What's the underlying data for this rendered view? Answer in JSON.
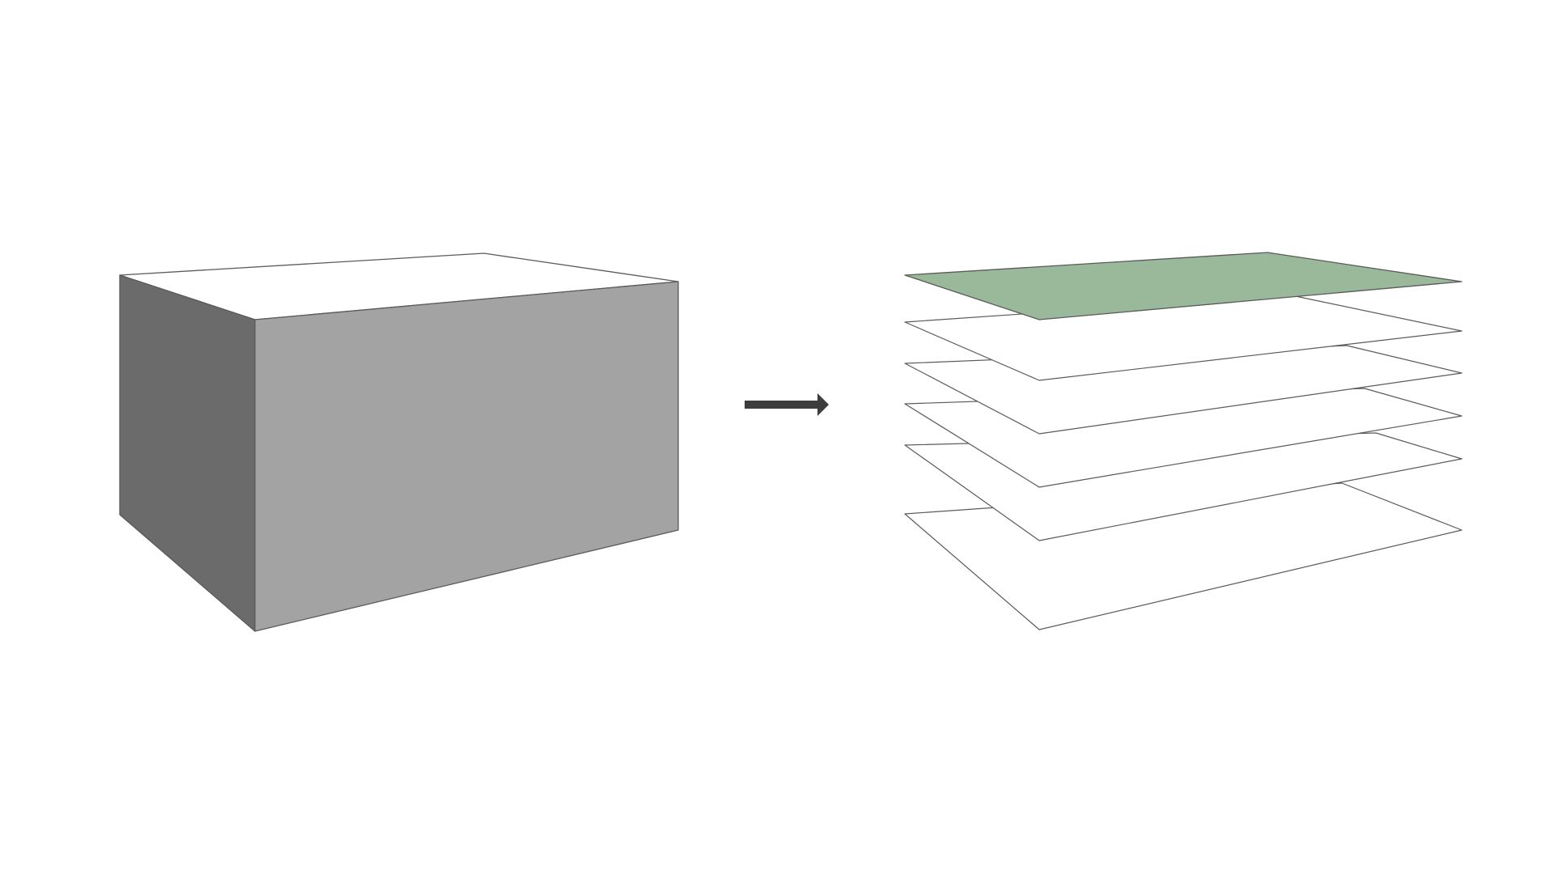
{
  "diagram": {
    "description_free": true,
    "colors": {
      "background": "#ffffff",
      "outline": "#5a5a5a",
      "box_top": "#ffffff",
      "box_left": "#6b6b6b",
      "box_front": "#a3a3a3",
      "arrow": "#3d3d3d",
      "layer_highlight": "#9ab89a",
      "layer_plain": "#ffffff"
    },
    "nodes": [
      {
        "id": "solid-box",
        "kind": "solid-block"
      },
      {
        "id": "sliced-layers",
        "kind": "stacked-slices",
        "layer_count": 6,
        "highlighted_layer": 1
      }
    ],
    "edges": [
      {
        "from": "solid-box",
        "to": "sliced-layers",
        "kind": "arrow"
      }
    ]
  }
}
